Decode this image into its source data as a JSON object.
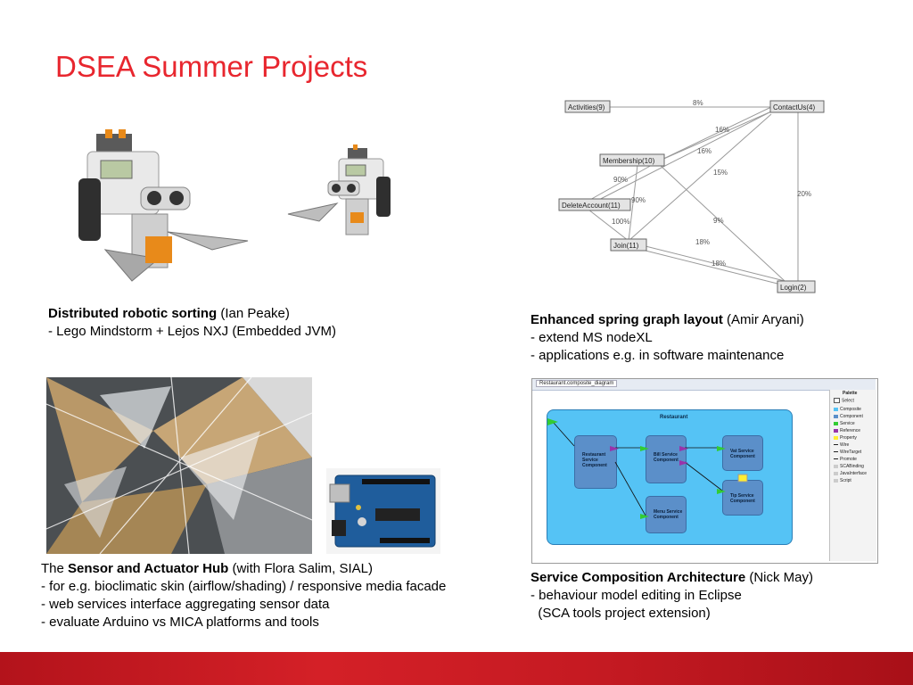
{
  "slide": {
    "title": "DSEA Summer Projects",
    "accent_color": "#e8262e",
    "footer_color": "#c51a22"
  },
  "projects": {
    "robotic": {
      "title_bold": "Distributed robotic sorting",
      "author": " (Ian Peake)",
      "line1": "- Lego Mindstorm + Lejos NXJ (Embedded JVM)"
    },
    "spring": {
      "title_bold": "Enhanced spring graph layout",
      "author": " (Amir Aryani)",
      "line1": "- extend MS nodeXL",
      "line2": "- applications e.g. in software maintenance"
    },
    "sensor": {
      "prefix": "The ",
      "title_bold": "Sensor and Actuator Hub",
      "author": " (with Flora Salim, SIAL)",
      "line1": "- for e.g. bioclimatic skin (airflow/shading) / responsive media facade",
      "line2": "- web services interface aggregating sensor data",
      "line3": "- evaluate Arduino vs MICA platforms and tools"
    },
    "service": {
      "title_bold": "Service Composition Architecture",
      "author": " (Nick May)",
      "line1": "- behaviour model editing in Eclipse",
      "line2": "  (SCA tools project extension)"
    }
  },
  "graph": {
    "nodes": {
      "activities": "Activities(9)",
      "contactus": "ContactUs(4)",
      "membership": "Membership(10)",
      "deleteaccount": "DeleteAccount(11)",
      "join": "Join(11)",
      "login": "Login(2)"
    },
    "edge_labels": {
      "e1": "8%",
      "e2": "16%",
      "e3": "16%",
      "e4": "15%",
      "e5": "20%",
      "e6": "90%",
      "e7": "90%",
      "e8": "100%",
      "e9": "9%",
      "e10": "18%",
      "e11": "18%"
    }
  },
  "eclipse": {
    "tab": "Restaurant.composite_diagram",
    "composite_label": "Restaurant",
    "components": {
      "restaurant": "Restaurant Service Component",
      "bill": "Bill Service Component",
      "vat": "Vat Service Component",
      "tip": "Tip Service Component",
      "menu": "Menu Service Component"
    },
    "palette": {
      "header": "Palette",
      "items": [
        "Select",
        "Composite",
        "Component",
        "Service",
        "Reference",
        "Property",
        "Wire",
        "WireTarget",
        "Promote",
        "SCABinding",
        "JavaInterface",
        "Script"
      ]
    }
  }
}
